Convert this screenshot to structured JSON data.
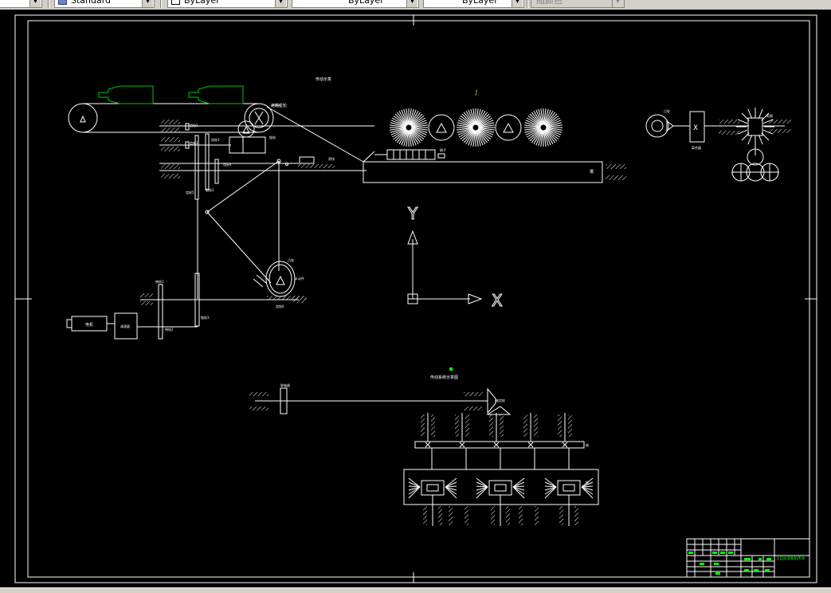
{
  "toolbar": {
    "text_style": "Standard",
    "layer_color": "ByLayer",
    "linetype": "ByLayer",
    "lineweight": "ByLayer",
    "plot_style": "随颜色"
  },
  "drawing": {
    "axis_y_label": "Y",
    "axis_x_label": "X",
    "center_label": "X",
    "motor_label": "电机",
    "top_note": "传动示意",
    "mid_note": "传动系统示意图",
    "title_block_name": "全自动洗瓶机传动"
  },
  "colors": {
    "background": "#000000",
    "line": "#ffffff",
    "bottle": "#00c800",
    "highlight": "#00ff00"
  }
}
